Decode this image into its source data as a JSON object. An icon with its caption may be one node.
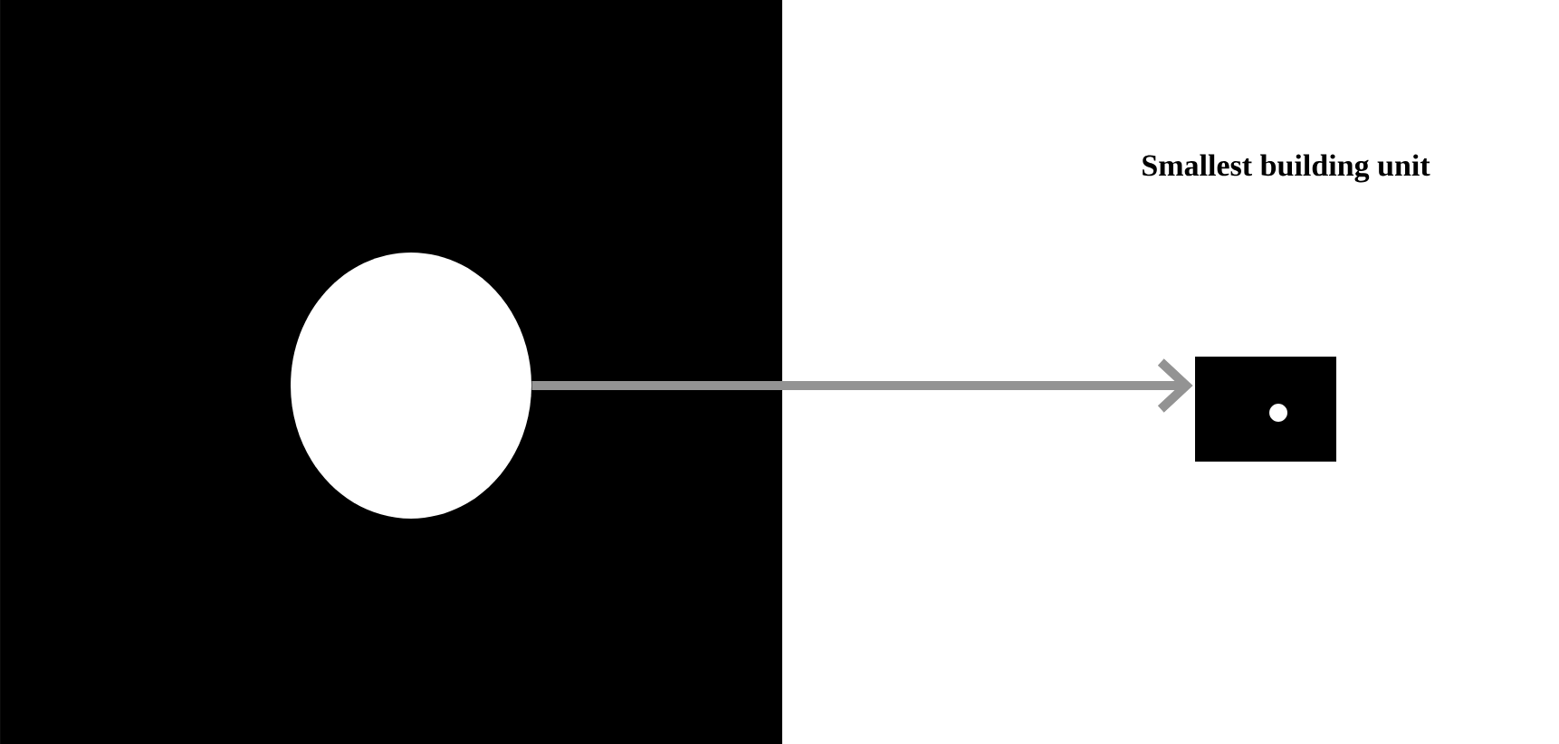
{
  "diagram": {
    "nodes": [
      {
        "text": [],
        "shape": "picture"
      },
      {
        "text": [],
        "shape": "circle",
        "in": 0
      },
      {
        "text": [],
        "shape": "box"
      }
    ],
    "edges": [
      {
        "from": 1,
        "to": 2,
        "arrow": "to"
      }
    ],
    "labels": [
      "Smallest building unit"
    ]
  }
}
